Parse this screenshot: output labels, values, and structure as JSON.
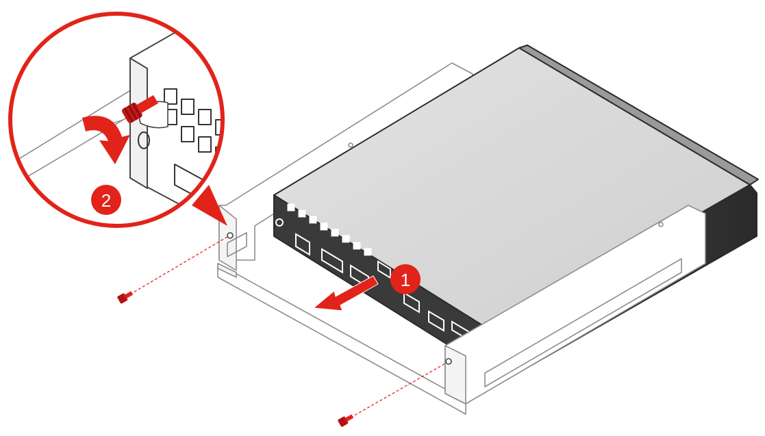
{
  "steps": [
    {
      "number": "1",
      "action": "slide-out"
    },
    {
      "number": "2",
      "action": "rotate-screw"
    }
  ],
  "icons": {
    "slide_arrow": "arrow-left-icon",
    "rotate_arrow": "curved-arrow-icon",
    "screw": "screw-icon"
  },
  "colors": {
    "accent_red": "#e2231a",
    "line_gray": "#8c8c8c",
    "chassis_top": "#d7d7d7",
    "chassis_front": "#3a3a3a"
  }
}
